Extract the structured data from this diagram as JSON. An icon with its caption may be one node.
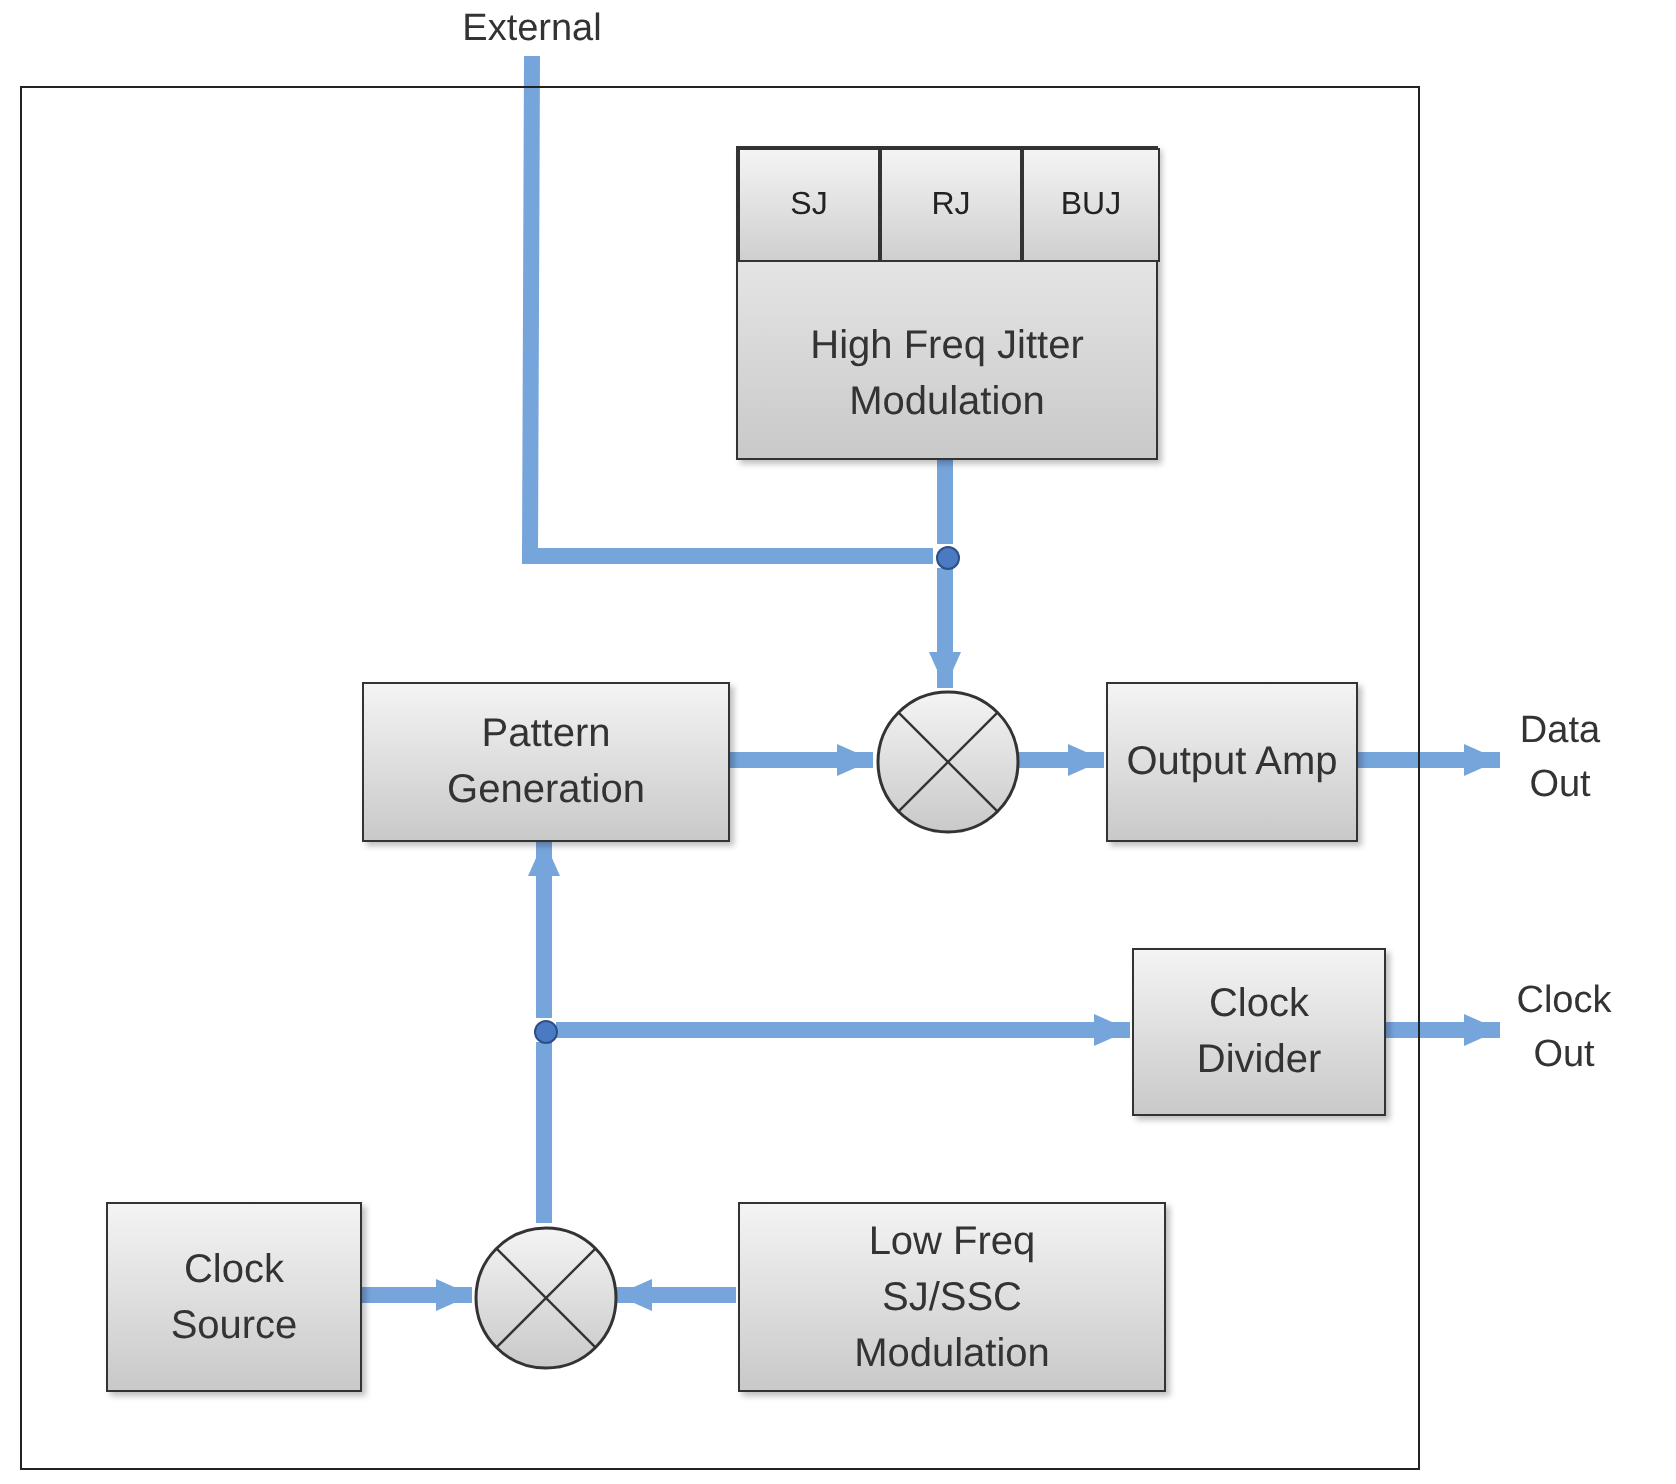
{
  "diagram": {
    "nodes": [
      {
        "text": [],
        "shape": "box"
      },
      {
        "text": [
          "External"
        ]
      },
      {
        "text": [
          "High Freq Jitter Modulation"
        ],
        "in": 0
      },
      {
        "text": [
          "SJ"
        ],
        "in": 2
      },
      {
        "text": [
          "RJ"
        ],
        "in": 2
      },
      {
        "text": [
          "BUJ"
        ],
        "in": 2
      },
      {
        "text": [],
        "shape": "circle",
        "in": 0
      },
      {
        "text": [
          "Pattern Generation"
        ],
        "in": 0
      },
      {
        "text": [],
        "shape": "circle",
        "in": 0
      },
      {
        "text": [
          "Output Amp"
        ],
        "in": 0
      },
      {
        "text": [
          "Data Out"
        ]
      },
      {
        "text": [],
        "shape": "circle",
        "in": 0
      },
      {
        "text": [
          "Clock Divider"
        ],
        "in": 0
      },
      {
        "text": [
          "Clock Out"
        ]
      },
      {
        "text": [
          "Clock Source"
        ],
        "in": 0
      },
      {
        "text": [],
        "shape": "circle",
        "in": 0
      },
      {
        "text": [
          "Low Freq SJ/SSC Modulation"
        ],
        "in": 0
      }
    ],
    "edges": [
      {
        "from": 1,
        "to": 6,
        "arrow": "none"
      },
      {
        "from": 2,
        "to": 6,
        "arrow": "none"
      },
      {
        "from": 6,
        "to": 8,
        "arrow": "to"
      },
      {
        "from": 7,
        "to": 8,
        "arrow": "to"
      },
      {
        "from": 8,
        "to": 9,
        "arrow": "to"
      },
      {
        "from": 9,
        "to": 10,
        "arrow": "to"
      },
      {
        "from": 14,
        "to": 15,
        "arrow": "to"
      },
      {
        "from": 16,
        "to": 15,
        "arrow": "to"
      },
      {
        "from": 15,
        "to": 11,
        "arrow": "none"
      },
      {
        "from": 11,
        "to": 7,
        "arrow": "to"
      },
      {
        "from": 11,
        "to": 12,
        "arrow": "to"
      },
      {
        "from": 12,
        "to": 13,
        "arrow": "to"
      }
    ]
  }
}
